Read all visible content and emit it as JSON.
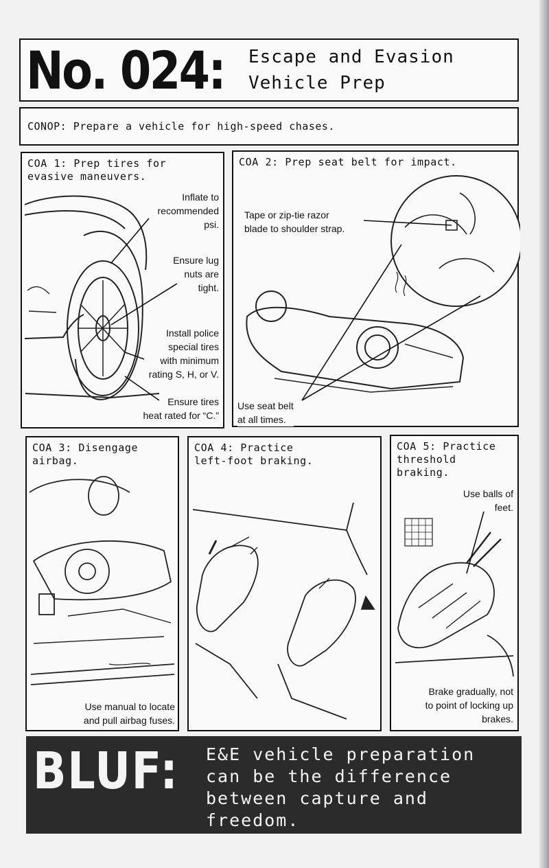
{
  "header": {
    "number": "No. 024:",
    "subtitle_line1": "Escape and Evasion",
    "subtitle_line2": "Vehicle Prep"
  },
  "conop": "CONOP: Prepare a vehicle for high-speed chases.",
  "coa1": {
    "title": "COA 1: Prep tires for\nevasive maneuvers.",
    "captions": {
      "inflate": "Inflate to\nrecommended\npsi.",
      "lug": "Ensure lug\nnuts are\ntight.",
      "police": "Install police\nspecial tires\nwith minimum\nrating S, H, or V.",
      "heat": "Ensure tires\nheat rated for “C.”"
    }
  },
  "coa2": {
    "title": "COA 2: Prep seat belt for impact.",
    "captions": {
      "razor": "Tape or zip-tie razor\nblade to shoulder strap.",
      "belt": "Use seat belt\nat all times."
    }
  },
  "coa3": {
    "title": "COA 3: Disengage\nairbag.",
    "caption": "Use manual to locate\nand pull airbag fuses."
  },
  "coa4": {
    "title": "COA 4: Practice\nleft-foot braking."
  },
  "coa5": {
    "title": "COA 5: Practice\nthreshold\nbraking.",
    "captions": {
      "balls": "Use balls of\nfeet.",
      "brake": "Brake gradually, not\nto point of locking up\nbrakes."
    }
  },
  "bluf": {
    "label": "BLUF:",
    "line1": "E&E vehicle preparation",
    "line2": "can be the difference",
    "line3": "between capture and",
    "line4": "freedom."
  },
  "colors": {
    "ink": "#111111",
    "paper": "#fafafa",
    "bluf_bg": "#2b2b2b"
  }
}
